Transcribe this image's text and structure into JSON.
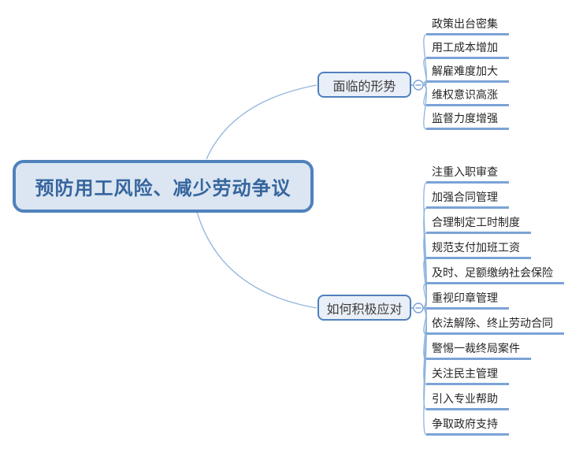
{
  "central": {
    "label": "预防用工风险、减少劳动争议"
  },
  "branches": [
    {
      "label": "面临的形势",
      "toggle_state": "expanded",
      "children": [
        "政策出台密集",
        "用工成本增加",
        "解雇难度加大",
        "维权意识高涨",
        "监督力度增强"
      ]
    },
    {
      "label": "如何积极应对",
      "toggle_state": "expanded",
      "children": [
        "注重入职审查",
        "加强合同管理",
        "合理制定工时制度",
        "规范支付加班工资",
        "及时、足额缴纳社会保险",
        "重视印章管理",
        "依法解除、终止劳动合同",
        "警惕一裁终局案件",
        "关注民主管理",
        "引入专业帮助",
        "争取政府支持"
      ]
    }
  ],
  "colors": {
    "node_border": "#4f81bd",
    "central_fill": "#dbe6f2",
    "central_text": "#36659e",
    "branch_fill": "#e9eff8",
    "leaf_underline": "#7ba3d6",
    "connector_line": "#8fb4dd",
    "background": "#ffffff"
  }
}
